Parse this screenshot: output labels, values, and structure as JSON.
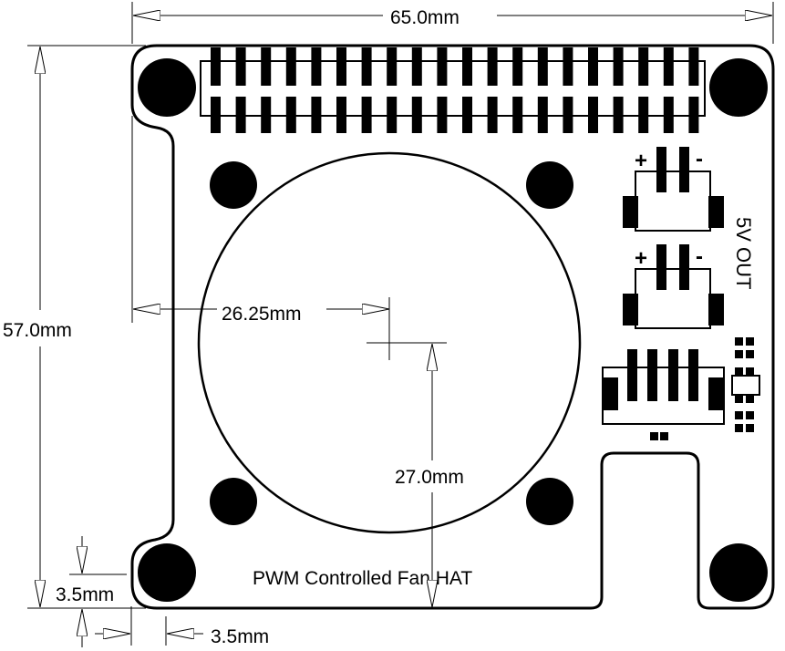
{
  "dimensions": {
    "width": "65.0mm",
    "height": "57.0mm",
    "fan_center_x": "26.25mm",
    "fan_center_y": "27.0mm",
    "hole_offset_y": "3.5mm",
    "hole_offset_x": "3.5mm"
  },
  "labels": {
    "board_name": "PWM Controlled Fan HAT",
    "power_out": "5V OUT",
    "plus": "+",
    "minus": "-"
  },
  "colors": {
    "ink": "#000000",
    "board": "#ffffff"
  }
}
